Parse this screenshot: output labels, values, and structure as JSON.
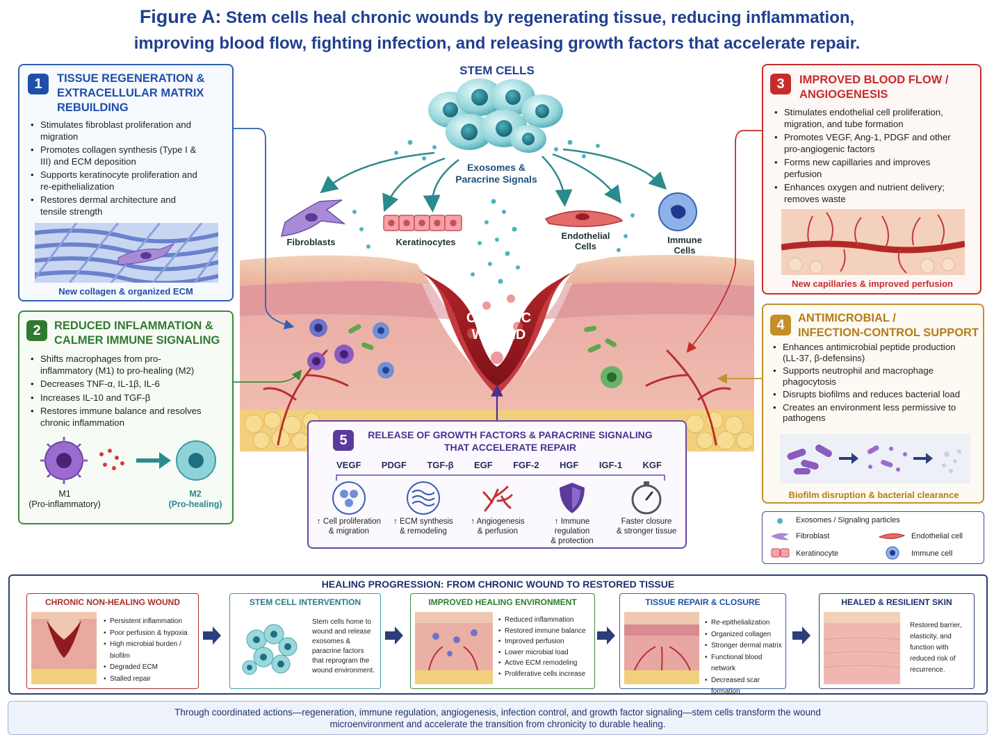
{
  "title": {
    "line1_prefix": "Figure A:",
    "line1_rest": " Stem cells heal chronic wounds by regenerating tissue, reducing inflammation,",
    "line2": "improving blood flow, fighting infection, and releasing growth factors that accelerate repair."
  },
  "colors": {
    "blue": "#2f5fb0",
    "green": "#3b8a3b",
    "red": "#c62c2c",
    "gold": "#c38f2a",
    "purple": "#6a45a6",
    "navy": "#1f3f8f"
  },
  "panel1": {
    "number": "1",
    "title_l1": "TISSUE REGENERATION &",
    "title_l2": "EXTRACELLULAR MATRIX",
    "title_l3": "REBUILDING",
    "bullets": [
      "Stimulates fibroblast proliferation and migration",
      "Promotes collagen synthesis (Type I & III) and ECM deposition",
      "Supports keratinocyte proliferation and re-epithelialization",
      "Restores dermal architecture and tensile strength"
    ],
    "caption": "New collagen & organized ECM"
  },
  "panel2": {
    "number": "2",
    "title_l1": "REDUCED INFLAMMATION &",
    "title_l2": "CALMER IMMUNE SIGNALING",
    "bullets": [
      "Shifts macrophages from pro-inflammatory (M1) to pro-healing (M2)",
      "Decreases TNF-α, IL-1β, IL-6",
      "Increases IL-10 and TGF-β",
      "Restores immune balance and resolves chronic inflammation"
    ],
    "m1_label": "M1",
    "m1_sub": "(Pro-inflammatory)",
    "m2_label": "M2",
    "m2_sub": "(Pro-healing)"
  },
  "panel3": {
    "number": "3",
    "title_l1": "IMPROVED BLOOD FLOW /",
    "title_l2": "ANGIOGENESIS",
    "bullets": [
      "Stimulates endothelial cell proliferation, migration, and tube formation",
      "Promotes VEGF, Ang-1, PDGF and other pro-angiogenic factors",
      "Forms new capillaries and improves perfusion",
      "Enhances oxygen and nutrient delivery; removes waste"
    ],
    "caption": "New capillaries & improved perfusion"
  },
  "panel4": {
    "number": "4",
    "title_l1": "ANTIMICROBIAL /",
    "title_l2": "INFECTION-CONTROL SUPPORT",
    "bullets": [
      "Enhances antimicrobial peptide production (LL-37, β-defensins)",
      "Supports neutrophil and macrophage phagocytosis",
      "Disrupts biofilms and reduces bacterial load",
      "Creates an environment less permissive to pathogens"
    ],
    "caption": "Biofilm disruption & bacterial clearance"
  },
  "center": {
    "stem_cells": "STEM CELLS",
    "exosomes_l1": "Exosomes &",
    "exosomes_l2": "Paracrine Signals",
    "fibroblasts": "Fibroblasts",
    "keratinocytes": "Keratinocytes",
    "endothelial_l1": "Endothelial",
    "endothelial_l2": "Cells",
    "immune_l1": "Immune",
    "immune_l2": "Cells",
    "wound_l1": "CHRONIC",
    "wound_l2": "WOUND"
  },
  "panel5": {
    "number": "5",
    "title_l1": "RELEASE OF GROWTH FACTORS & PARACRINE SIGNALING",
    "title_l2": "THAT ACCELERATE REPAIR",
    "factors": [
      "VEGF",
      "PDGF",
      "TGF-β",
      "EGF",
      "FGF-2",
      "HGF",
      "IGF-1",
      "KGF"
    ],
    "effects": [
      {
        "l1": "↑ Cell proliferation",
        "l2": "& migration",
        "icon": "cells-icon"
      },
      {
        "l1": "↑ ECM synthesis",
        "l2": "& remodeling",
        "icon": "waves-icon"
      },
      {
        "l1": "↑ Angiogenesis",
        "l2": "& perfusion",
        "icon": "vessels-icon"
      },
      {
        "l1": "↑ Immune regulation",
        "l2": "& protection",
        "icon": "shield-icon"
      },
      {
        "l1": "Faster closure",
        "l2": "& stronger tissue",
        "icon": "timer-icon"
      }
    ]
  },
  "legend": {
    "exosomes": "Exosomes / Signaling particles",
    "fibroblast": "Fibroblast",
    "endothelial": "Endothelial cell",
    "keratinocyte": "Keratinocyte",
    "immune": "Immune cell"
  },
  "progression": {
    "title": "HEALING PROGRESSION: FROM CHRONIC WOUND TO RESTORED TISSUE",
    "stages": [
      {
        "title": "CHRONIC NON-HEALING WOUND",
        "items": [
          "Persistent inflammation",
          "Poor perfusion & hypoxia",
          "High microbial burden / biofilm",
          "Degraded ECM",
          "Stalled repair"
        ]
      },
      {
        "title": "STEM CELL INTERVENTION",
        "text": [
          "Stem cells home to",
          "wound and release",
          "exosomes &",
          "paracrine factors",
          "that reprogram the",
          "wound environment."
        ]
      },
      {
        "title": "IMPROVED HEALING ENVIRONMENT",
        "items": [
          "Reduced inflammation",
          "Restored immune balance",
          "Improved perfusion",
          "Lower microbial load",
          "Active ECM remodeling",
          "Proliferative cells increase"
        ]
      },
      {
        "title": "TISSUE REPAIR & CLOSURE",
        "items": [
          "Re-epithelialization",
          "Organized collagen",
          "Stronger dermal matrix",
          "Functional blood network",
          "Decreased scar formation"
        ]
      },
      {
        "title": "HEALED & RESILIENT SKIN",
        "text": [
          "Restored barrier,",
          "elasticity, and",
          "function with",
          "reduced risk of",
          "recurrence."
        ]
      }
    ]
  },
  "footer": {
    "l1": "Through coordinated actions—regeneration, immune regulation, angiogenesis, infection control, and growth factor signaling—stem cells transform the wound",
    "l2": "microenvironment and accelerate the transition from chronicity to durable healing."
  }
}
